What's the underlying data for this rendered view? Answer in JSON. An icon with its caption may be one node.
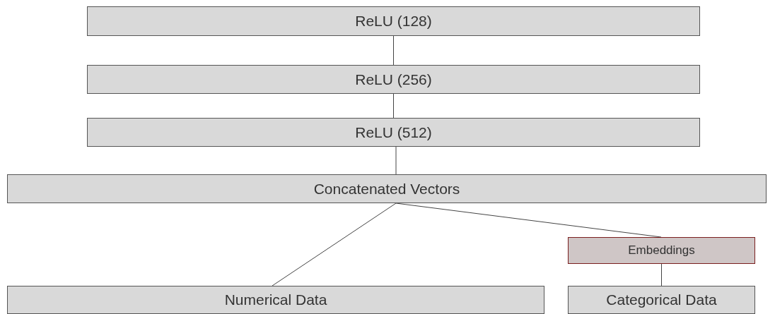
{
  "diagram": {
    "nodes": [
      {
        "text": [
          "ReLU (128)"
        ]
      },
      {
        "text": [
          "ReLU (256)"
        ]
      },
      {
        "text": [
          "ReLU (512)"
        ]
      },
      {
        "text": [
          "Concatenated Vectors"
        ]
      },
      {
        "text": [
          "Embeddings"
        ]
      },
      {
        "text": [
          "Numerical Data"
        ]
      },
      {
        "text": [
          "Categorical Data"
        ]
      }
    ],
    "edges": [
      {
        "from": 1,
        "to": 0,
        "arrow": "none"
      },
      {
        "from": 2,
        "to": 1,
        "arrow": "none"
      },
      {
        "from": 3,
        "to": 2,
        "arrow": "none"
      },
      {
        "from": 5,
        "to": 3,
        "arrow": "none"
      },
      {
        "from": 4,
        "to": 3,
        "arrow": "none"
      },
      {
        "from": 6,
        "to": 4,
        "arrow": "none"
      }
    ]
  }
}
